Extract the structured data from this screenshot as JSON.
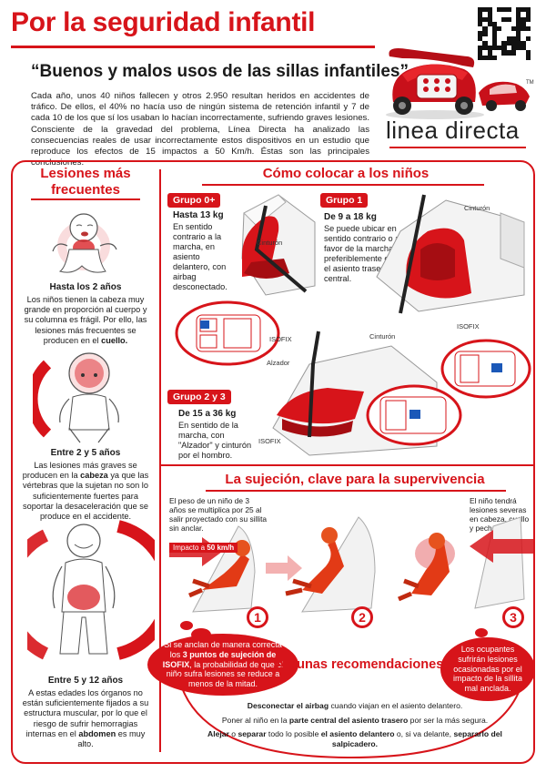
{
  "header": {
    "title": "Por la seguridad infantil",
    "subtitle": "“Buenos y malos usos de las sillas infantiles”",
    "intro": "Cada año, unos 40 niños fallecen y otros 2.950 resultan heridos en accidentes de tráfico. De ellos, el 40% no hacía uso de ningún sistema de retención infantil y 7 de cada 10 de los que sí los usaban lo hacían incorrectamente, sufriendo graves lesiones. Consciente de la gravedad del problema, Línea Directa ha analizado las consecuencias reales de usar incorrectamente estos dispositivos en un estudio que reproduce los efectos de 15 impactos a 50 Km/h. Éstas son las principales conclusiones.",
    "logo": "linea directa",
    "trademark": "TM"
  },
  "lesiones": {
    "title": "Lesiones más frecuentes",
    "age1": "Hasta los 2 años",
    "text1_a": "Los niños tienen la cabeza muy grande en proporción al cuerpo y su columna es frágil. Por ello, las lesiones más frecuentes se producen en el ",
    "text1_b": "cuello.",
    "age2": "Entre 2 y 5 años",
    "text2_a": "Las lesiones más graves se producen en la ",
    "text2_b": "cabeza",
    "text2_c": " ya que las vértebras que la sujetan no son lo suficientemente fuertes para soportar la desaceleración que se produce en el accidente.",
    "age3": "Entre 5 y 12 años",
    "text3_a": "A estas edades los órganos no están suficientemente fijados a su estructura muscular, por lo que el riesgo de sufrir hemorragias internas en el ",
    "text3_b": "abdomen",
    "text3_c": " es muy alto."
  },
  "colocar": {
    "title": "Cómo colocar a los niños",
    "g0_tag": "Grupo 0+",
    "g0_weight": "Hasta 13 kg",
    "g0_text": "En sentido contrario a la marcha, en asiento delantero, con airbag desconectado.",
    "g1_tag": "Grupo 1",
    "g1_weight": "De 9 a 18 kg",
    "g1_text": "Se puede ubicar en sentido contrario o a favor de la marcha, preferiblemente en el asiento trasero central.",
    "g23_tag": "Grupo 2 y 3",
    "g23_weight": "De 15 a 36 kg",
    "g23_text": "En sentido de la marcha, con \"Alzador\" y cinturón por el hombro.",
    "label_cinturon": "Cinturón",
    "label_isofix": "ISOFIX",
    "label_alzador": "Alzador"
  },
  "sujecion": {
    "title": "La sujeción, clave para la supervivencia",
    "left_note": "El peso de un niño de 3 años se multiplica por 25 al salir proyectado con su sillita sin anclar.",
    "right_note": "El niño tendrá lesiones severas en cabeza, cuello y pecho.",
    "impact_a": "Impacto a ",
    "impact_b": "50 km/h",
    "n1": "1",
    "n2": "2",
    "n3": "3",
    "bubble_left_a": "Si se anclan de manera correcta los ",
    "bubble_left_b": "3 puntos de sujeción de ISOFIX",
    "bubble_left_c": ", la probabilidad de que el niño sufra lesiones se reduce a menos de la mitad.",
    "bubble_right": "Los ocupantes sufrirán lesiones ocasionadas por el impacto de la sillita mal anclada."
  },
  "recomendaciones": {
    "title": "Algunas recomendaciones",
    "r1_a": "Desconectar el airbag",
    "r1_b": " cuando viajan en el asiento delantero.",
    "r2_a": "Poner al niño en la ",
    "r2_b": "parte central del asiento trasero",
    "r2_c": " por ser la más segura.",
    "r3_a": "Alejar",
    "r3_b": " o ",
    "r3_c": "separar",
    "r3_d": " todo lo posible ",
    "r3_e": "el asiento delantero",
    "r3_f": " o, si va delante, ",
    "r3_g": "separarlo del salpicadero."
  },
  "colors": {
    "accent": "#d7141a",
    "text": "#1a1a1a"
  }
}
